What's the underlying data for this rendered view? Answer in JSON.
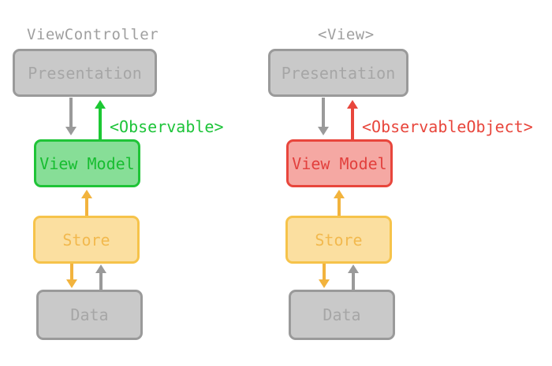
{
  "diagram": {
    "left": {
      "title": "ViewController",
      "boxes": {
        "presentation": "Presentation",
        "view_model": "View Model",
        "store": "Store",
        "data": "Data"
      },
      "view_model_variant": "green",
      "annotation": "<Observable>",
      "annotation_color": "#1dc439",
      "arrows": [
        {
          "from": "Presentation",
          "to": "View Model",
          "direction": "down",
          "color": "gray"
        },
        {
          "from": "View Model",
          "to": "Presentation",
          "direction": "up",
          "color": "green"
        },
        {
          "from": "Store",
          "to": "View Model",
          "direction": "up",
          "color": "yellow"
        },
        {
          "from": "Store",
          "to": "Data",
          "direction": "down",
          "color": "yellow"
        },
        {
          "from": "Data",
          "to": "Store",
          "direction": "up",
          "color": "gray"
        }
      ]
    },
    "right": {
      "title": "<View>",
      "boxes": {
        "presentation": "Presentation",
        "view_model": "View Model",
        "store": "Store",
        "data": "Data"
      },
      "view_model_variant": "red",
      "annotation": "<ObservableObject>",
      "annotation_color": "#e8463c",
      "arrows": [
        {
          "from": "Presentation",
          "to": "View Model",
          "direction": "down",
          "color": "gray"
        },
        {
          "from": "View Model",
          "to": "Presentation",
          "direction": "up",
          "color": "red"
        },
        {
          "from": "Store",
          "to": "View Model",
          "direction": "up",
          "color": "yellow"
        },
        {
          "from": "Store",
          "to": "Data",
          "direction": "down",
          "color": "yellow"
        },
        {
          "from": "Data",
          "to": "Store",
          "direction": "up",
          "color": "gray"
        }
      ]
    },
    "colors": {
      "background": "#ffffff",
      "title_text": "#9f9f9f",
      "gray_fill": "#c9c9c9",
      "gray_border": "#9a9a9a",
      "gray_text": "#a6a6a6",
      "green_fill": "#87de97",
      "green_border": "#1fc437",
      "green_text": "#17bd30",
      "yellow_fill": "#fbdfa0",
      "yellow_border": "#f6c34a",
      "yellow_text": "#f2b94e",
      "red_fill": "#f5a8a3",
      "red_border": "#e8463c",
      "red_text": "#e2403d",
      "arrow_gray": "#9a9a9a",
      "arrow_green": "#1cc833",
      "arrow_red": "#e8463c",
      "arrow_yellow": "#f2b33d"
    }
  }
}
